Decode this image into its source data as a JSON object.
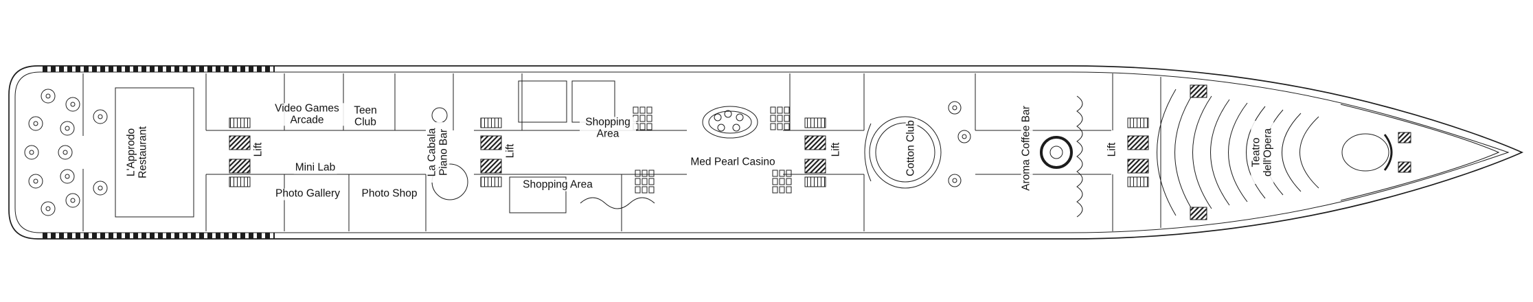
{
  "canvas": {
    "background": "#ffffff",
    "line_color": "#1c1c1c"
  },
  "deck_plan": {
    "venues": {
      "lapprodo_restaurant": "L'Approdo Restaurant",
      "lift": "Lift",
      "video_games_arcade": "Video Games Arcade",
      "teen_club": "Teen Club",
      "mini_lab": "Mini Lab",
      "photo_gallery": "Photo Gallery",
      "photo_shop": "Photo Shop",
      "la_cabala_piano_bar": "La Cabala Piano Bar",
      "shopping_area": "Shopping Area",
      "med_pearl_casino": "Med Pearl Casino",
      "cotton_club": "Cotton Club",
      "aroma_coffee_bar": "Aroma Coffee Bar",
      "teatro_dell_opera": "Teatro dell'Opera"
    }
  }
}
